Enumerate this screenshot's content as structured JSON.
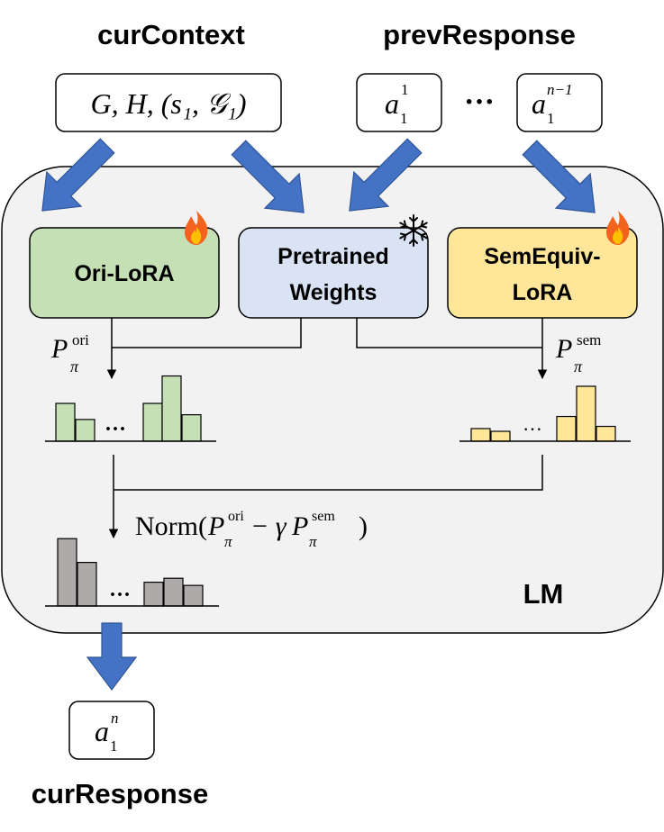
{
  "titles": {
    "cur_context": "curContext",
    "prev_response": "prevResponse",
    "cur_response": "curResponse"
  },
  "inputs": {
    "context_math": "G, H, (s₁, 𝒢₁)",
    "prev_first_base": "a",
    "prev_first_sup": "1",
    "prev_first_sub": "1",
    "prev_ellipsis": "···",
    "prev_last_base": "a",
    "prev_last_sup": "n−1",
    "prev_last_sub": "1"
  },
  "modules": {
    "ori_lora": "Ori-LoRA",
    "pretrained_line1": "Pretrained",
    "pretrained_line2": "Weights",
    "semequiv_line1": "SemEquiv-",
    "semequiv_line2": "LoRA",
    "lm_label": "LM"
  },
  "icons": {
    "ori_lora_status": "fire-icon",
    "pretrained_status": "snowflake-icon",
    "semequiv_status": "fire-icon"
  },
  "distributions": {
    "p_base": "P",
    "p_sub": "π",
    "ori_sup": "ori",
    "sem_sup": "sem",
    "ellipsis": "···",
    "norm_open": "Norm(",
    "norm_minus_gamma": " − γ",
    "norm_close": ")",
    "ori_bars": [
      0.4,
      0.23,
      0.4,
      0.69,
      0.28
    ],
    "sem_bars": [
      0.23,
      0.18,
      0.45,
      1.0,
      0.27
    ],
    "combined_bars": [
      0.85,
      0.55,
      0.3,
      0.35,
      0.26
    ]
  },
  "output": {
    "base": "a",
    "sup": "n",
    "sub": "1"
  },
  "colors": {
    "ori_lora": "#c5e0b4",
    "pretrained": "#dae3f3",
    "semequiv": "#ffe699",
    "combined": "#aeaaaa",
    "arrow": "#4472c4",
    "lm_background": "#f2f2f2"
  }
}
